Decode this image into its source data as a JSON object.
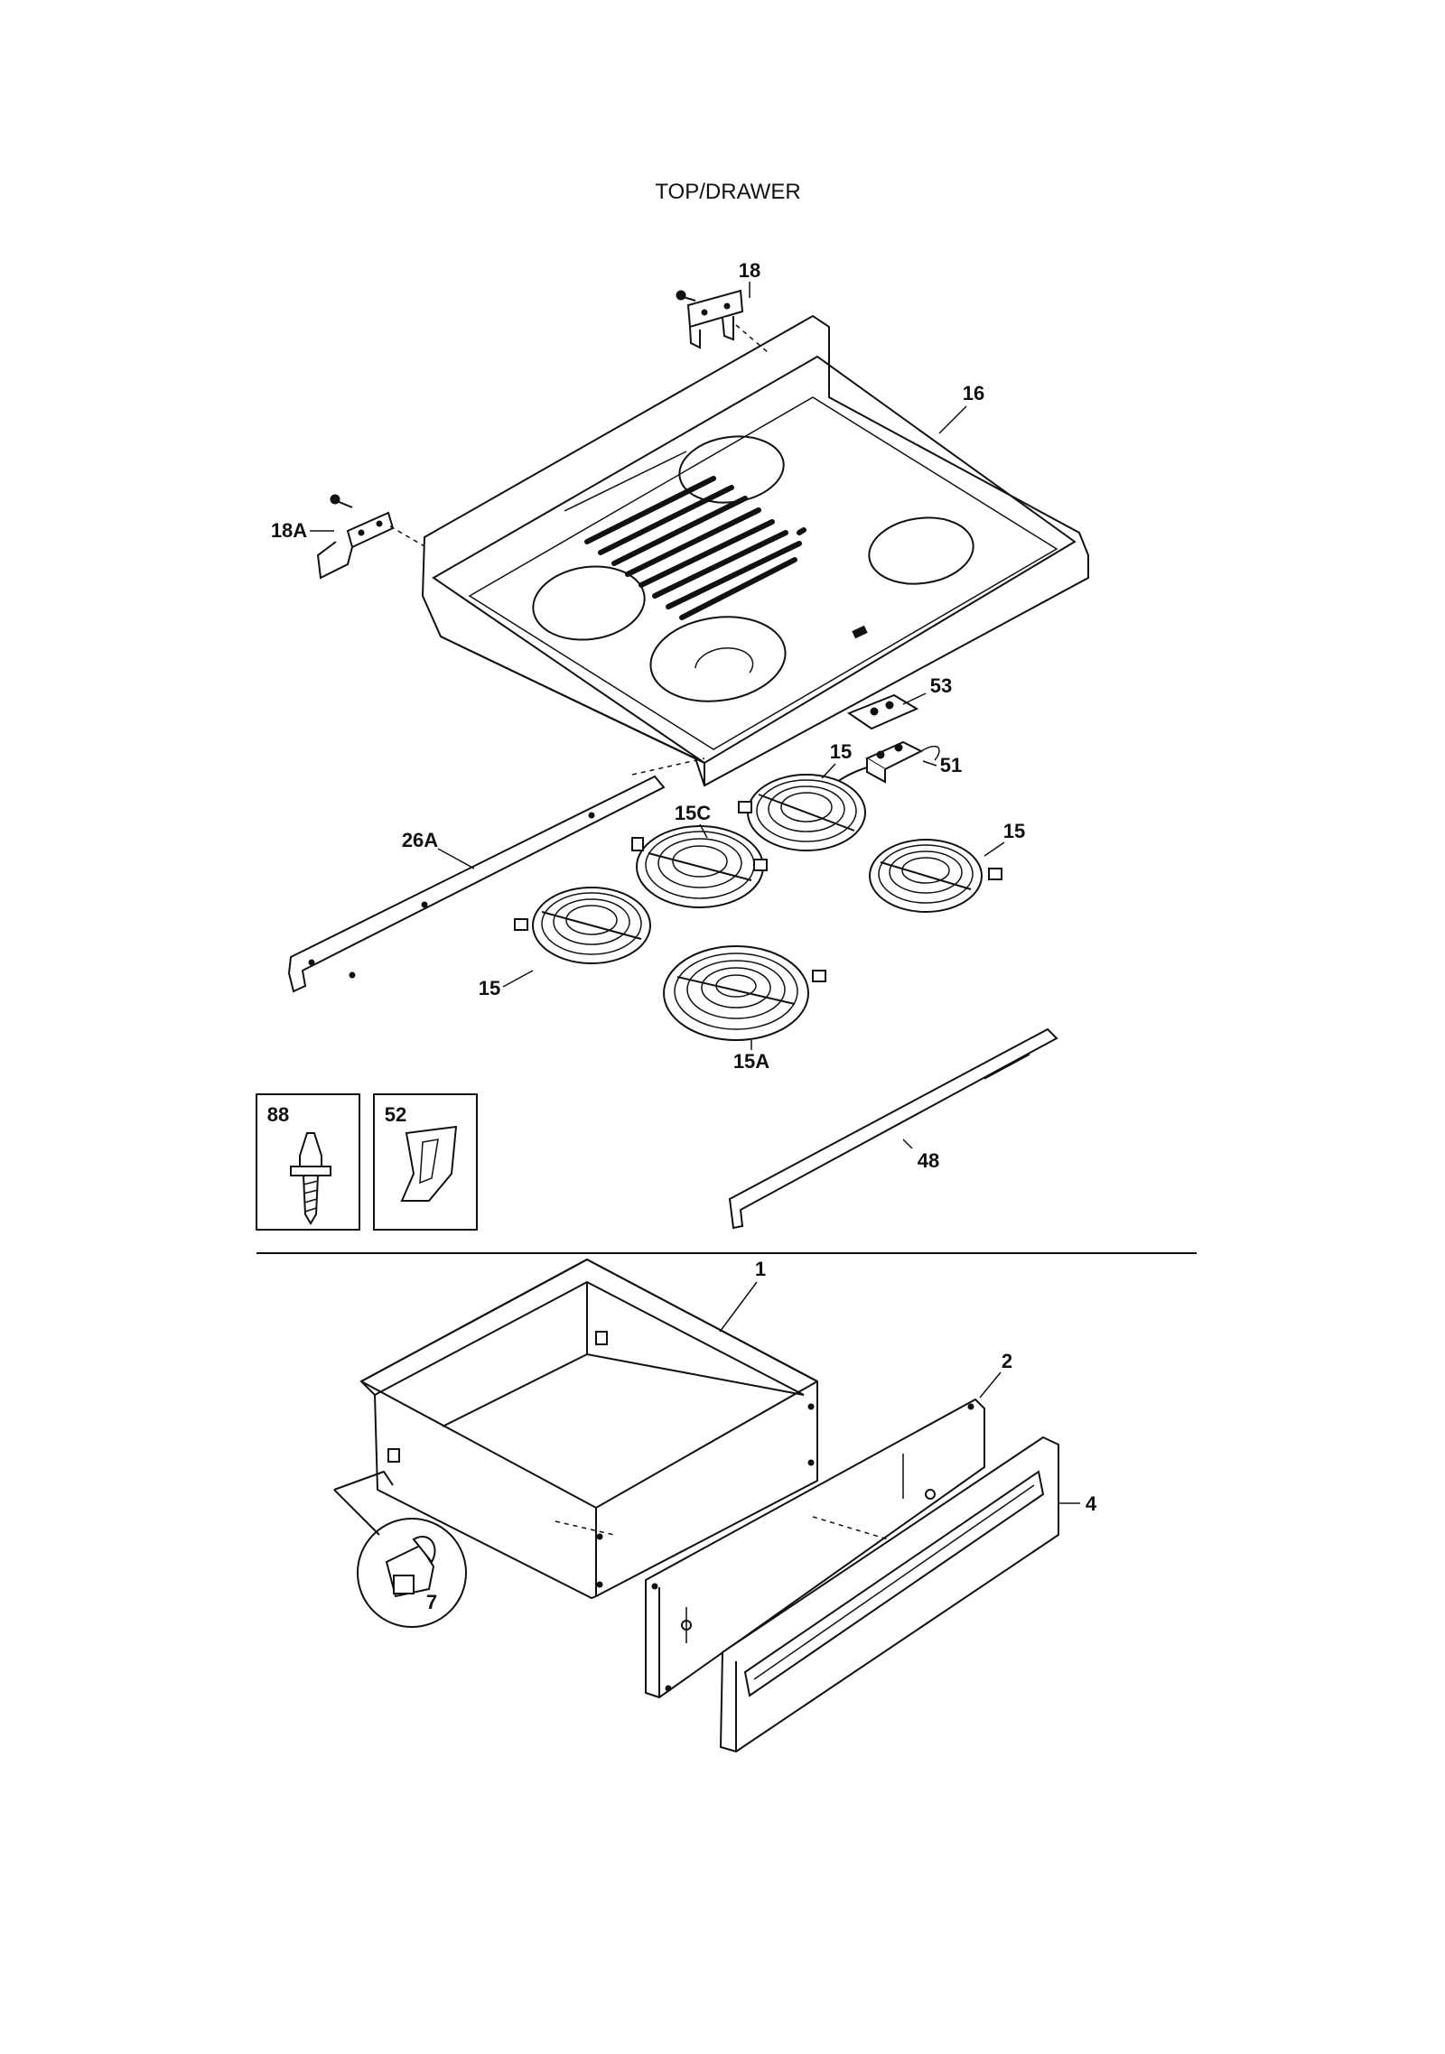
{
  "title": "TOP/DRAWER",
  "labels": {
    "p18": "18",
    "p16": "16",
    "p18A": "18A",
    "p53": "53",
    "p51": "51",
    "p15_top": "15",
    "p15C": "15C",
    "p15_right": "15",
    "p26A": "26A",
    "p15_left": "15",
    "p15A": "15A",
    "p88": "88",
    "p52": "52",
    "p48": "48",
    "p1": "1",
    "p2": "2",
    "p4": "4",
    "p7": "7"
  }
}
